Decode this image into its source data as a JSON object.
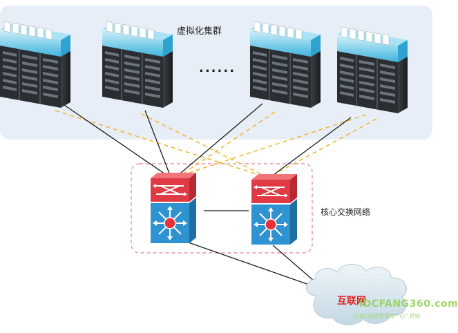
{
  "diagram": {
    "cluster_label": "虚拟化集群",
    "ellipsis": "......",
    "core_label": "核心交换网络",
    "internet_label": "互联网",
    "watermark_brand": "IDCFANG360.com",
    "watermark_slogan": "让IDC选择更简单 \"心\" 开始"
  },
  "colors": {
    "panel": "#e8eef7",
    "rack_top": "#5cc6e8",
    "switch_top": "#e03a45",
    "switch_bottom": "#2f93d1",
    "switch_hub": "#e8323a",
    "solid_link": "#1a1a1a",
    "dashed_link": "#f0b428",
    "core_border": "#e07aa0",
    "cloud": "#d6e6ee",
    "internet_text": "#e0201e",
    "watermark": "#8fd14f"
  },
  "icons": [
    "server-rack-icon",
    "network-switch-icon",
    "cloud-icon"
  ]
}
